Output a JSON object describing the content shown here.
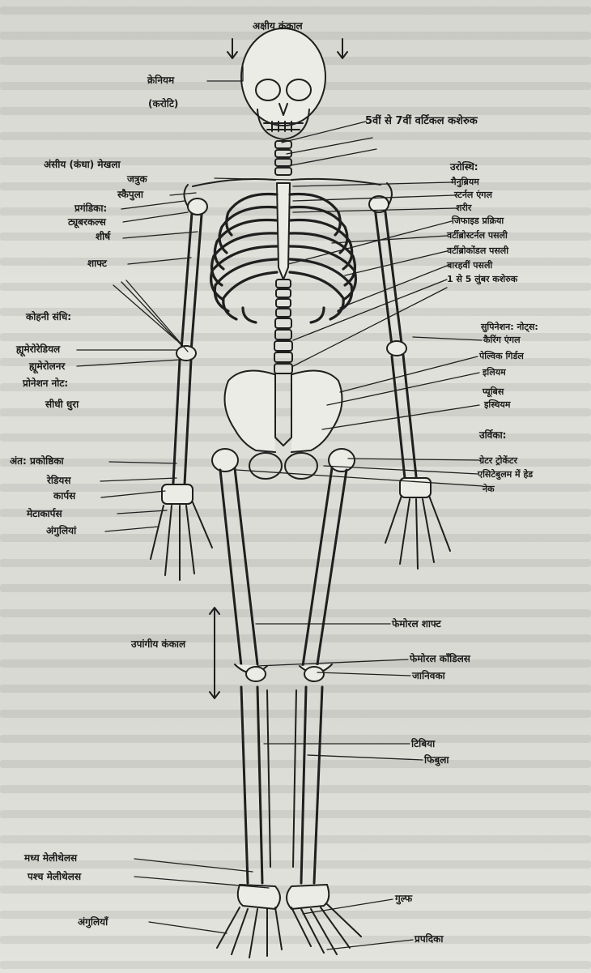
{
  "labels": {
    "axial_skeleton": "अक्षीय कंकाल",
    "cranium": "क्रेनियम",
    "cranium_paren": "(करोटि)",
    "cervical_vertebrae": "5वीं से 7वीं वर्टिकल कशेरुक",
    "pectoral_girdle": "अंसीय (कंधा) मेखला",
    "clavicle": "जत्रुक",
    "scapula": "स्कैपुला",
    "humerus": "प्रगंडिका:",
    "tubercles": "ट्यूबरकल्स",
    "head": "शीर्ष",
    "shaft": "शाफ्ट",
    "sternum": "उरोस्थि:",
    "manubrium": "मैनुब्रियम",
    "sternal_angle": "स्टर्नल एंगल",
    "body": "शरीर",
    "xiphoid": "जिफाइड प्रक्रिया",
    "vertebrosternal": "वर्टीब्रोस्टर्नल पसली",
    "vertebrochondral": "वर्टीब्रोकोंडल पसली",
    "twelfth_rib": "बारहवीं पसली",
    "lumbar": "1 से 5 लुंबर कशेरुक",
    "elbow_joint": "कोहनी संधि:",
    "humeroradial": "ह्यूमेरोरेडियल",
    "humeroulnar": "ह्यूमेरोलनर",
    "pronation": "प्रोनेशन नोट:",
    "straight_axis": "सीधी धुरा",
    "supination": "सुपिनेशन: नोट्स:",
    "carrying_angle": "कैरिंग एंगल",
    "pelvic_girdle": "पेल्विक गिर्डल",
    "ilium": "इलियम",
    "pubis": "प्यूबिस",
    "ischium": "इस्चियम",
    "femur": "उर्विका:",
    "greater_trochanter": "ग्रेटर ट्रोकेंटर",
    "acetabulum": "एसिटेबुलम में हेड",
    "neck": "नेक",
    "ulna": "अंत: प्रकोष्ठिका",
    "radius": "रेडियस",
    "carpals": "कार्पस",
    "metacarpals": "मेटाकार्पस",
    "fingers": "अंगुलियां",
    "appendicular": "उपांगीय कंकाल",
    "femoral_shaft": "फेमोरल शाफ्ट",
    "femoral_condyles": "फेमोरल कॉंडिलस",
    "patella": "जानिवका",
    "tibia": "टिबिया",
    "fibula": "फिबुला",
    "medial_malleolus": "मध्य मेलीथेलस",
    "lateral_malleolus": "पश्च मेलीथेलस",
    "ankle": "गुल्फ",
    "toes": "अंगुलियाँ",
    "tarsals": "प्रपदिका"
  }
}
